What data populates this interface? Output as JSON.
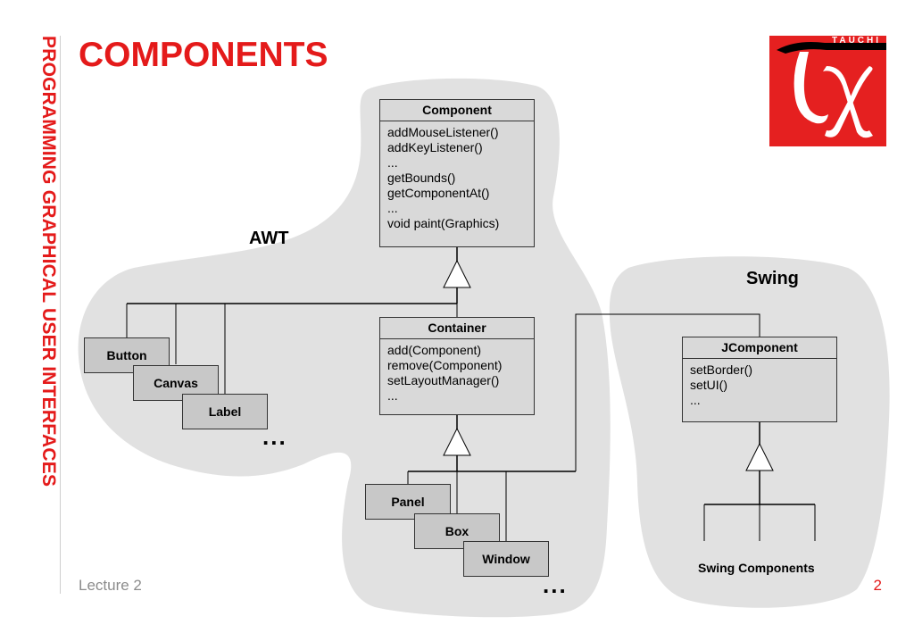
{
  "header": {
    "title": "COMPONENTS",
    "side_title": "PROGRAMMING GRAPHICAL USER INTERFACES",
    "logo_text": "TAUCHI"
  },
  "footer": {
    "lecture": "Lecture 2",
    "page_number": "2"
  },
  "regions": {
    "awt": "AWT",
    "swing": "Swing"
  },
  "classes": {
    "component": {
      "name": "Component",
      "methods": [
        "addMouseListener()",
        "addKeyListener()",
        "...",
        "getBounds()",
        "getComponentAt()",
        "...",
        "void paint(Graphics)"
      ]
    },
    "container": {
      "name": "Container",
      "methods": [
        "add(Component)",
        "remove(Component)",
        "setLayoutManager()",
        "..."
      ]
    },
    "jcomponent": {
      "name": "JComponent",
      "methods": [
        "setBorder()",
        "setUI()",
        "..."
      ]
    }
  },
  "awt_components": [
    "Button",
    "Canvas",
    "Label"
  ],
  "container_subclasses": [
    "Panel",
    "Box",
    "Window"
  ],
  "ellipsis": "...",
  "swing_components_label": "Swing Components",
  "colors": {
    "accent": "#e41a1a",
    "blob": "#e1e1e1",
    "box": "#c8c8c8"
  }
}
